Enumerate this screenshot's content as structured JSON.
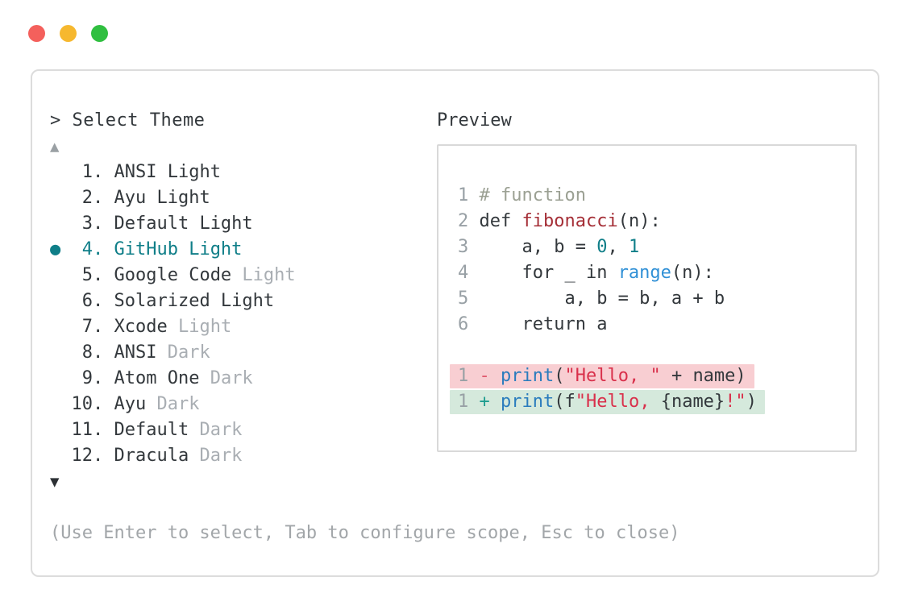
{
  "window": {
    "traffic_lights": [
      {
        "name": "close-button",
        "color": "#f4605c"
      },
      {
        "name": "minimize-button",
        "color": "#f6b82f"
      },
      {
        "name": "zoom-button",
        "color": "#30bf40"
      }
    ]
  },
  "picker": {
    "title": "> Select Theme",
    "scroll_up_icon": "▲",
    "scroll_down_icon": "▼",
    "selected_bullet": "●",
    "items": [
      {
        "num": "1",
        "name": "ANSI Light",
        "muted": "",
        "selected": false
      },
      {
        "num": "2",
        "name": "Ayu Light",
        "muted": "",
        "selected": false
      },
      {
        "num": "3",
        "name": "Default Light",
        "muted": "",
        "selected": false
      },
      {
        "num": "4",
        "name": "GitHub Light",
        "muted": "",
        "selected": true
      },
      {
        "num": "5",
        "name": "Google Code",
        "muted": "Light",
        "selected": false
      },
      {
        "num": "6",
        "name": "Solarized Light",
        "muted": "",
        "selected": false
      },
      {
        "num": "7",
        "name": "Xcode",
        "muted": "Light",
        "selected": false
      },
      {
        "num": "8",
        "name": "ANSI",
        "muted": "Dark",
        "selected": false
      },
      {
        "num": "9",
        "name": "Atom One",
        "muted": "Dark",
        "selected": false
      },
      {
        "num": "10",
        "name": "Ayu",
        "muted": "Dark",
        "selected": false
      },
      {
        "num": "11",
        "name": "Default",
        "muted": "Dark",
        "selected": false
      },
      {
        "num": "12",
        "name": "Dracula",
        "muted": "Dark",
        "selected": false
      }
    ],
    "help_text": "(Use Enter to select, Tab to configure scope, Esc to close)"
  },
  "preview": {
    "title": "Preview",
    "code_lines": [
      {
        "num": "1",
        "diff": "",
        "tokens": [
          [
            "comment",
            "# function"
          ]
        ]
      },
      {
        "num": "2",
        "diff": "",
        "tokens": [
          [
            "fg",
            "def "
          ],
          [
            "defname",
            "fibonacci"
          ],
          [
            "fg",
            "(n):"
          ]
        ]
      },
      {
        "num": "3",
        "diff": "",
        "tokens": [
          [
            "fg",
            "    a, b = "
          ],
          [
            "number",
            "0"
          ],
          [
            "fg",
            ", "
          ],
          [
            "number",
            "1"
          ]
        ]
      },
      {
        "num": "4",
        "diff": "",
        "tokens": [
          [
            "fg",
            "    for _ in "
          ],
          [
            "builtin",
            "range"
          ],
          [
            "fg",
            "(n):"
          ]
        ]
      },
      {
        "num": "5",
        "diff": "",
        "tokens": [
          [
            "fg",
            "        a, b = b, a + b"
          ]
        ]
      },
      {
        "num": "6",
        "diff": "",
        "tokens": [
          [
            "fg",
            "    return a"
          ]
        ]
      },
      {
        "num": "",
        "diff": "",
        "tokens": []
      },
      {
        "num": "1",
        "diff": "del",
        "tokens": [
          [
            "minus",
            "- "
          ],
          [
            "func",
            "print"
          ],
          [
            "fg",
            "("
          ],
          [
            "string",
            "\"Hello, \""
          ],
          [
            "fg",
            " + name)"
          ]
        ]
      },
      {
        "num": "1",
        "diff": "add",
        "tokens": [
          [
            "plus",
            "+ "
          ],
          [
            "func",
            "print"
          ],
          [
            "fg",
            "(f"
          ],
          [
            "string",
            "\"Hello, "
          ],
          [
            "fg",
            "{name}"
          ],
          [
            "string",
            "!\""
          ],
          [
            "fg",
            ")"
          ]
        ]
      }
    ]
  },
  "colors": {
    "accent": "#0f7e88",
    "fg": "#33383c",
    "muted": "#a9aeb3",
    "help": "#a2a6a9",
    "linenum": "#98a0a5",
    "comment": "#9ba093",
    "defname": "#a52f37",
    "builtin": "#3090d6",
    "func": "#2a7cbd",
    "string": "#d9304b",
    "minus": "#e05a6e",
    "plus": "#1d9c8f",
    "del_bg": "#f8ced2",
    "add_bg": "#d5e9dc",
    "border": "#dcdcdc",
    "border2": "#d9d9d9",
    "arrow_up": "#9aa0a4",
    "arrow_down": "#2c3034"
  }
}
